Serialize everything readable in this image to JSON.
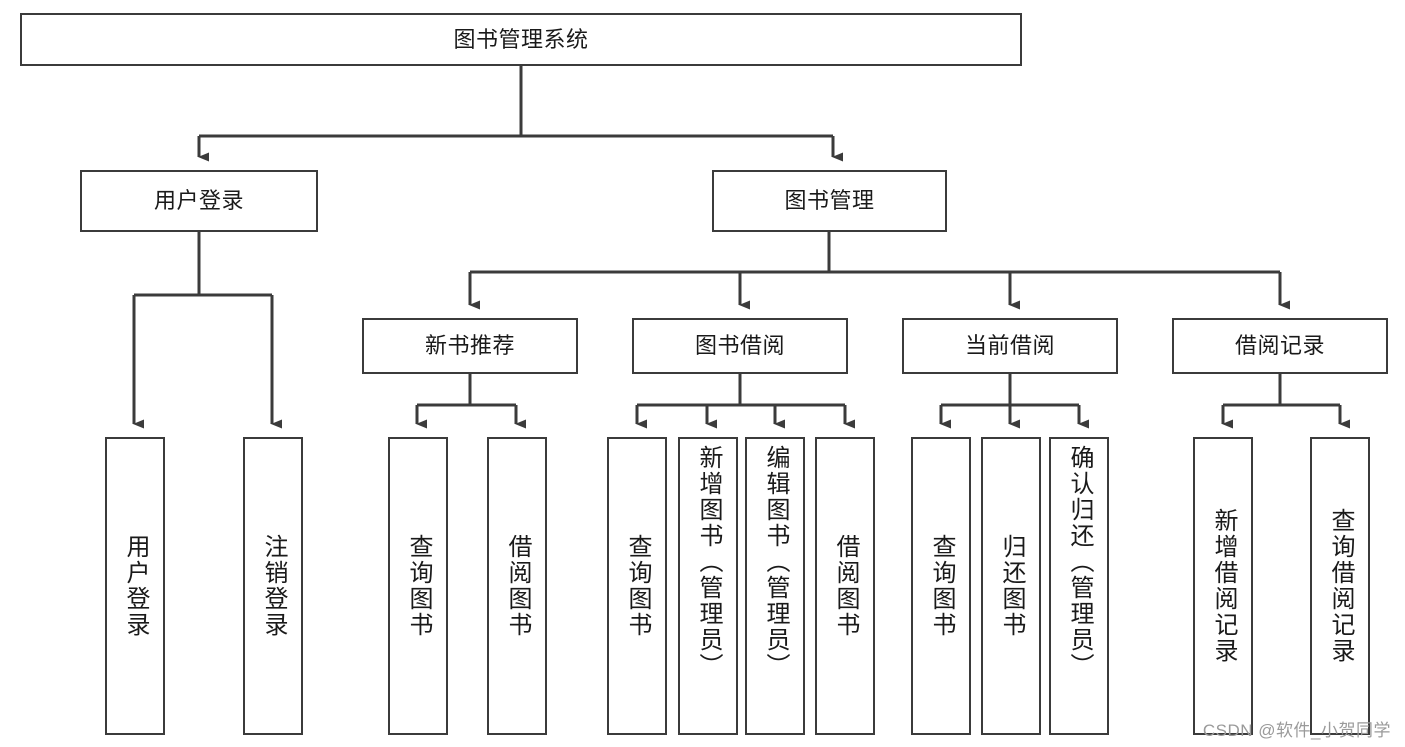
{
  "diagram": {
    "title": "图书管理系统",
    "root": {
      "label": "图书管理系统"
    },
    "level2": [
      {
        "label": "用户登录"
      },
      {
        "label": "图书管理"
      }
    ],
    "level3": [
      {
        "label": "新书推荐"
      },
      {
        "label": "图书借阅"
      },
      {
        "label": "当前借阅"
      },
      {
        "label": "借阅记录"
      }
    ],
    "leaves": {
      "user_login": [
        {
          "label": "用户登录"
        },
        {
          "label": "注销登录"
        }
      ],
      "new_book": [
        {
          "label": "查询图书"
        },
        {
          "label": "借阅图书"
        }
      ],
      "book_borrow": [
        {
          "label": "查询图书"
        },
        {
          "label": "新增图书（管理员）"
        },
        {
          "label": "编辑图书（管理员）"
        },
        {
          "label": "借阅图书"
        }
      ],
      "current_borrow": [
        {
          "label": "查询图书"
        },
        {
          "label": "归还图书"
        },
        {
          "label": "确认归还（管理员）"
        }
      ],
      "borrow_record": [
        {
          "label": "新增借阅记录"
        },
        {
          "label": "查询借阅记录"
        }
      ]
    },
    "watermark": "CSDN @软件_小贺同学",
    "colors": {
      "stroke": "#3b3b3b",
      "background": "#ffffff",
      "text": "#1a1a1a",
      "watermark": "#9a9a9a"
    }
  }
}
